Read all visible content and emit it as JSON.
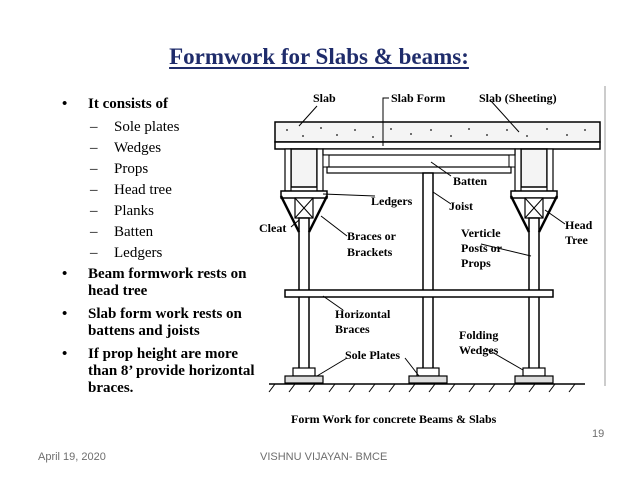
{
  "title": "Formwork for Slabs & beams:",
  "bullets": [
    {
      "text": "It consists of",
      "sub": [
        "Sole plates",
        "Wedges",
        "Props",
        "Head tree",
        "Planks",
        "Batten",
        "Ledgers"
      ]
    },
    {
      "text": "Beam formwork rests on head tree",
      "sub": []
    },
    {
      "text": "Slab form work rests on battens and joists",
      "sub": []
    },
    {
      "text": "If prop height are more than 8’ provide horizontal braces.",
      "sub": []
    }
  ],
  "diagram": {
    "labels": {
      "slab": "Slab",
      "slab_form": "Slab Form",
      "slab_sheeting": "Slab (Sheeting)",
      "batten": "Batten",
      "ledgers": "Ledgers",
      "joist": "Joist",
      "cleat": "Cleat",
      "braces_1": "Braces or",
      "braces_2": "Brackets",
      "verticle_1": "Verticle",
      "verticle_2": "Posts or",
      "verticle_3": "Props",
      "head_1": "Head",
      "head_2": "Tree",
      "horizontal_1": "Horizontal",
      "horizontal_2": "Braces",
      "folding_1": "Folding",
      "folding_2": "Wedges",
      "sole_plates": "Sole Plates"
    },
    "caption": "Form Work for concrete Beams & Slabs"
  },
  "footer": {
    "date": "April 19, 2020",
    "author": "VISHNU VIJAYAN- BMCE",
    "page": "19"
  }
}
